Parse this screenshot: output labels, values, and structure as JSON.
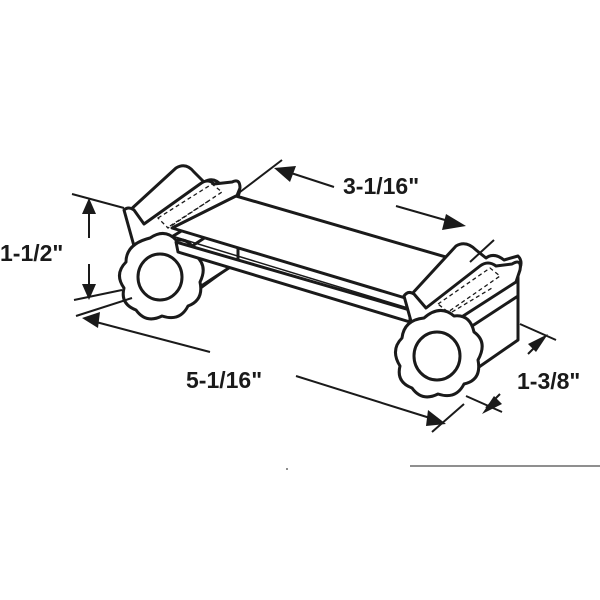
{
  "dimensions": {
    "bar_length": "3-1/16\"",
    "height": "1-1/2\"",
    "overall_length": "5-1/16\"",
    "width": "1-3/8\""
  }
}
